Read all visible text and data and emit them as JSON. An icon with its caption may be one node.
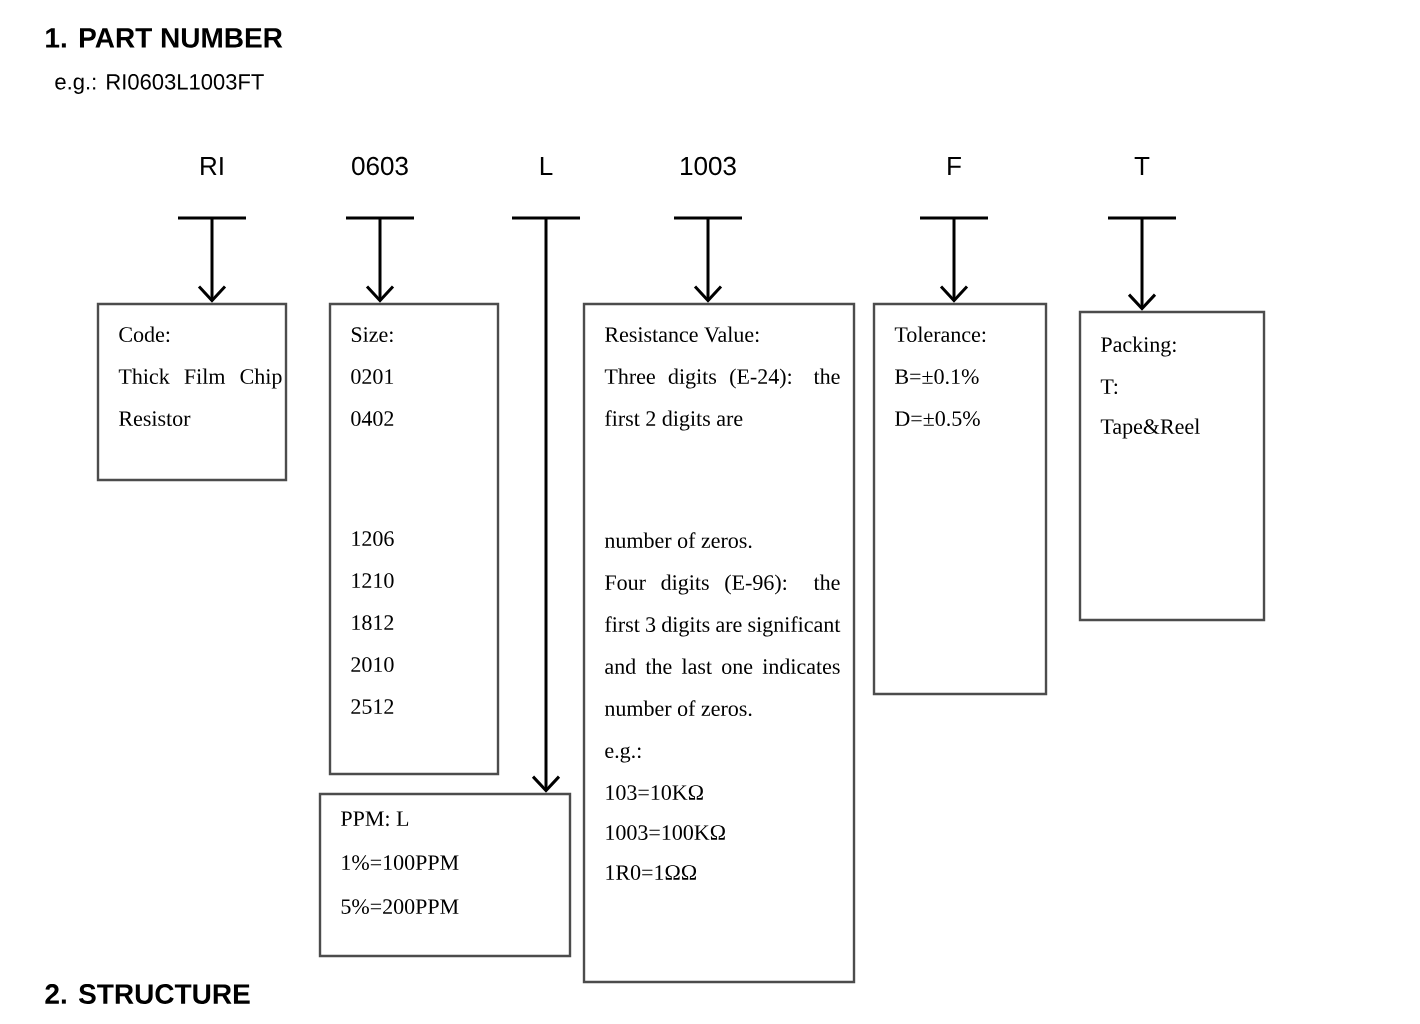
{
  "diagram": {
    "title": "1.  PART NUMBER",
    "nodes": [
      {
        "text": [
          "RI"
        ]
      },
      {
        "text": [
          "0603"
        ]
      },
      {
        "text": [
          "L"
        ]
      },
      {
        "text": [
          "1003"
        ]
      },
      {
        "text": [
          "F"
        ]
      },
      {
        "text": [
          "T"
        ]
      },
      {
        "text": [
          "Code:",
          "Thick Film Chip Resistor"
        ]
      },
      {
        "text": [
          "Size:",
          "0201",
          "0402",
          "1206",
          "1210",
          "1812",
          "2010",
          "2512"
        ]
      },
      {
        "text": [
          "PPM: L",
          "1%=100PPM",
          "5%=200PPM"
        ]
      },
      {
        "text": [
          "Resistance Value:",
          "Three digits (E-24): the first 2 digits are",
          "number of zeros.",
          "Four digits (E-96): the first 3 digits are significant and the last one indicates number of zeros.",
          "e.g.:",
          "103=10KΩ",
          "1003=100KΩ",
          "1R0=1ΩΩ"
        ]
      },
      {
        "text": [
          "Tolerance:",
          "B=±0.1%",
          "D=±0.5%"
        ]
      },
      {
        "text": [
          "Packing:",
          "T:",
          "Tape&Reel"
        ]
      }
    ],
    "edges": [
      {
        "from": 0,
        "to": 6,
        "arrow": "to"
      },
      {
        "from": 1,
        "to": 7,
        "arrow": "to"
      },
      {
        "from": 2,
        "to": 8,
        "arrow": "to"
      },
      {
        "from": 3,
        "to": 9,
        "arrow": "to"
      },
      {
        "from": 4,
        "to": 10,
        "arrow": "to"
      },
      {
        "from": 5,
        "to": 11,
        "arrow": "to"
      }
    ],
    "labels": [
      "e.g.: RI0603L1003FT",
      "2.  STRUCTURE"
    ]
  }
}
